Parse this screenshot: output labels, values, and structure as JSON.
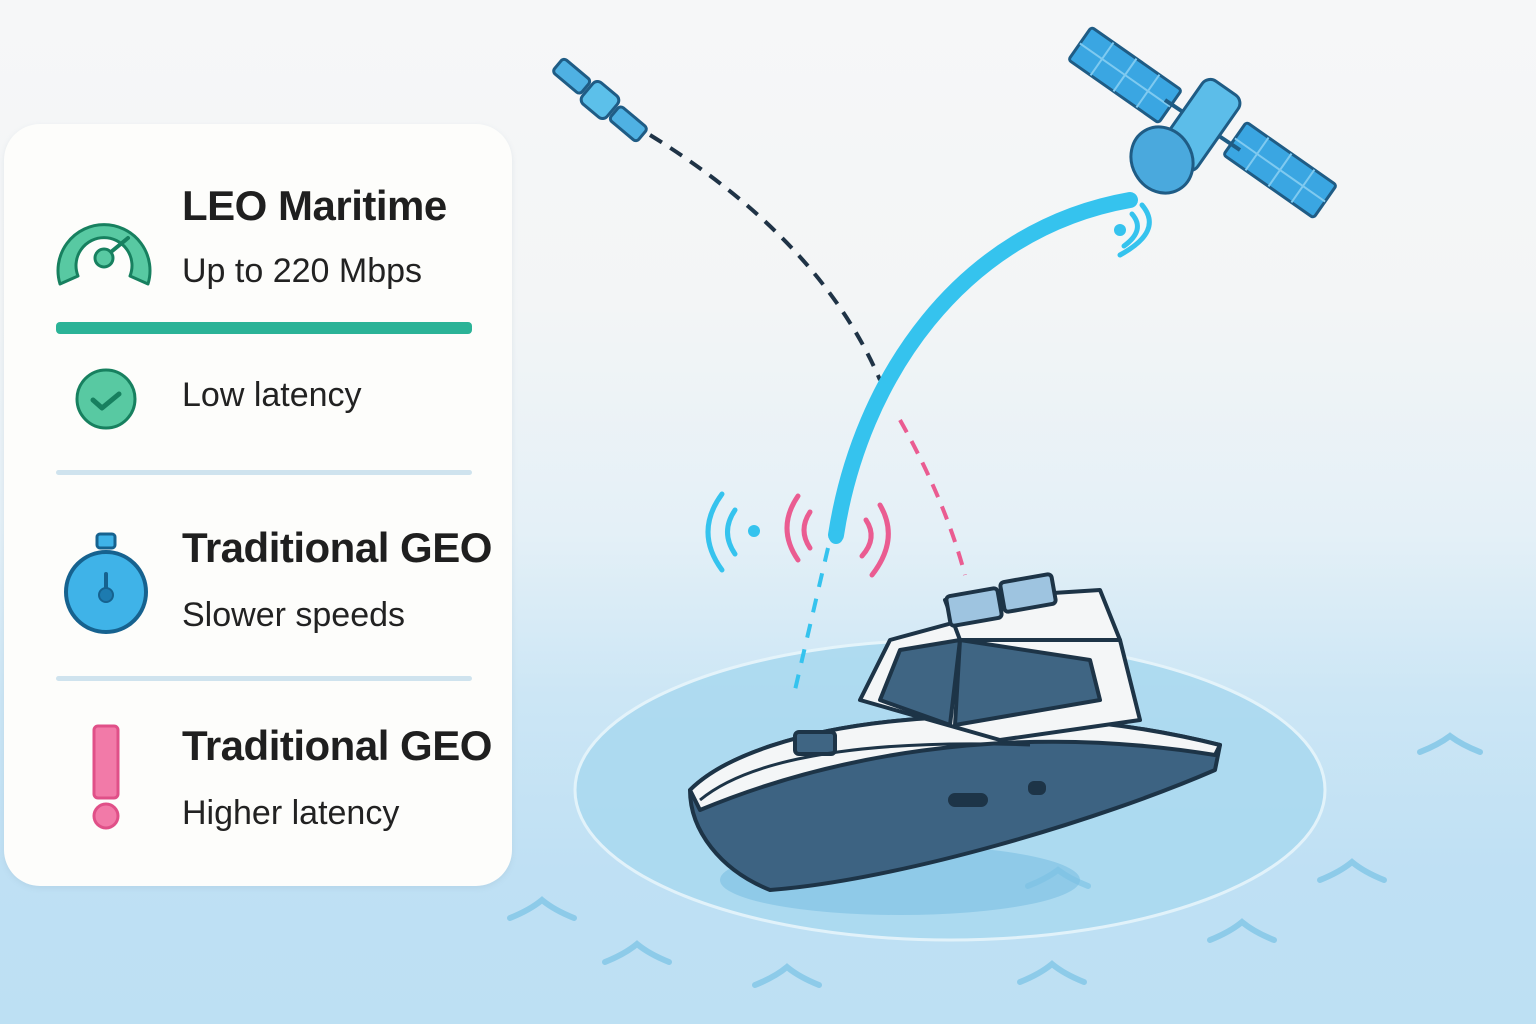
{
  "panel": {
    "items": [
      {
        "icon": "speedometer-icon",
        "title": "LEO Maritime",
        "subtitle": "Up to 220 Mbps",
        "color": "#3cbf95"
      },
      {
        "icon": "check-circle-icon",
        "title": "",
        "subtitle": "Low latency",
        "color": "#3cbf95"
      },
      {
        "icon": "stopwatch-icon",
        "title": "Traditional GEO",
        "subtitle": "Slower speeds",
        "color": "#3aaee0"
      },
      {
        "icon": "exclamation-icon",
        "title": "Traditional GEO",
        "subtitle": "Higher latency",
        "color": "#f06a9a"
      }
    ],
    "divider_colors": [
      "#2bb397",
      "#cfe3ee",
      "#cfe3ee"
    ]
  },
  "illustration": {
    "leo_satellite": "small-satellite-icon",
    "geo_satellite": "large-satellite-icon",
    "vessel": "yacht",
    "link_colors": {
      "leo_beam": "#35c3ee",
      "geo_dashed": "#1f3346",
      "signal_pink": "#ea5c91",
      "signal_blue": "#35c3ee"
    }
  }
}
